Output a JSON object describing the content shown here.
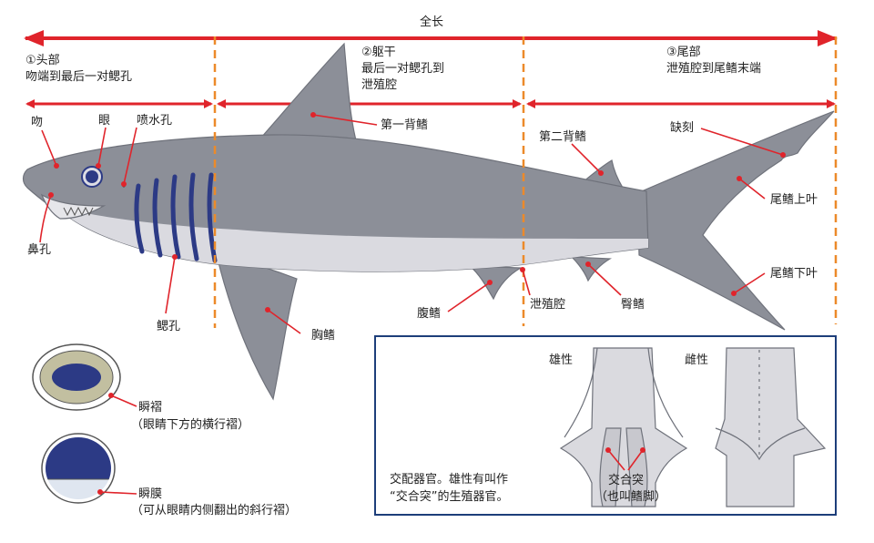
{
  "total_length": "全长",
  "sections": {
    "head": {
      "title": "①头部",
      "desc": "吻端到最后一对鳃孔"
    },
    "trunk": {
      "title": "②躯干",
      "desc1": "最后一对鳃孔到",
      "desc2": "泄殖腔"
    },
    "tail": {
      "title": "③尾部",
      "desc": "泄殖腔到尾鳍末端"
    }
  },
  "labels": {
    "snout": "吻",
    "eye": "眼",
    "spiracle": "喷水孔",
    "first_dorsal": "第一背鳍",
    "second_dorsal": "第二背鳍",
    "notch": "缺刻",
    "upper_lobe": "尾鳍上叶",
    "lower_lobe": "尾鳍下叶",
    "nostril": "鼻孔",
    "gill_slits": "鳃孔",
    "pectoral_fin": "胸鳍",
    "pelvic_fin": "腹鳍",
    "cloaca": "泄殖腔",
    "anal_fin": "臀鳍"
  },
  "eye_details": {
    "nictitating_fold": {
      "title": "瞬褶",
      "desc": "（眼睛下方的横行褶）"
    },
    "nictitating_membrane": {
      "title": "瞬膜",
      "desc": "（可从眼睛内侧翻出的斜行褶）"
    }
  },
  "inset": {
    "male": "雄性",
    "female": "雌性",
    "clasper_line1": "交合突",
    "clasper_line2": "（也叫鳍脚）",
    "caption_line1": "交配器官。雄性有叫作",
    "caption_line2": "“交合突”的生殖器官。"
  },
  "colors": {
    "arrow_red": "#e0242b",
    "divider_orange": "#ec8a2a",
    "body_gray": "#8c8f98",
    "belly_light": "#d9d9df",
    "gill_blue": "#2c3a85",
    "inset_border": "#1d3e7a"
  }
}
